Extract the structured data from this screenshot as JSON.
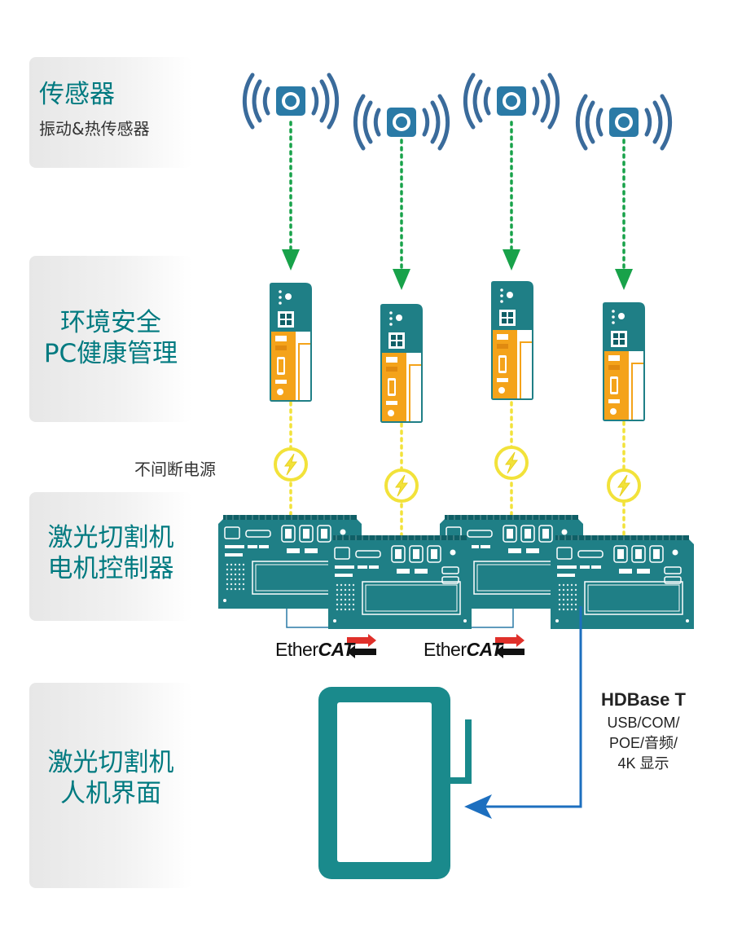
{
  "rows": {
    "sensor": {
      "title": "传感器",
      "subtitle": "振动&热传感器"
    },
    "health": {
      "title": "环境安全\nPC健康管理"
    },
    "controller": {
      "title": "激光切割机\n电机控制器"
    },
    "hmi": {
      "title": "激光切割机\n人机界面"
    }
  },
  "ups_label": "不间断电源",
  "ethercat": [
    {
      "prefix": "Ether",
      "bold": "CAT"
    },
    {
      "prefix": "Ether",
      "bold": "CAT"
    }
  ],
  "hdbase": {
    "title": "HDBase T",
    "detail": "USB/COM/\nPOE/音频/\n4K 显示"
  },
  "colors": {
    "teal": "#1f7f86",
    "teal_dark": "#0f5f66",
    "orange": "#f5a61b",
    "green": "#18a24a",
    "yellow": "#f2e23a",
    "blue": "#1d6fbf",
    "wifi": "#3a6b9b"
  },
  "icons": [
    "wireless-sensor-icon",
    "power-bolt-icon",
    "ipc-module-icon",
    "embedded-computer-icon",
    "touch-panel-icon"
  ]
}
